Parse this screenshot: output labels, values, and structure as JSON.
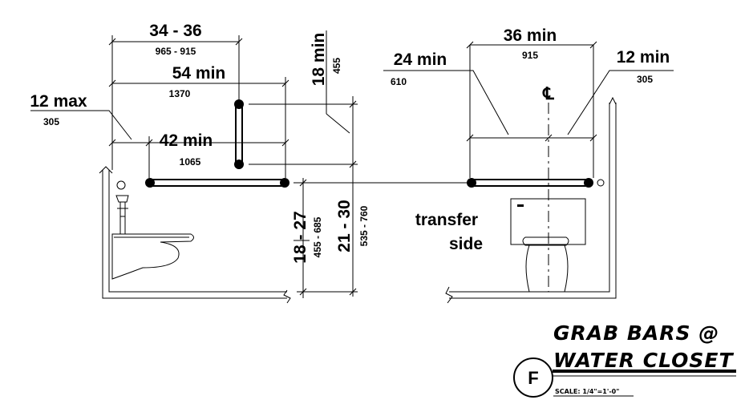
{
  "side_view": {
    "dim_34_36": "34 - 36",
    "dim_34_36_mm": "965 - 915",
    "dim_54_min": "54 min",
    "dim_54_min_mm": "1370",
    "dim_12_max": "12 max",
    "dim_12_max_mm": "305",
    "dim_42_min": "42 min",
    "dim_42_min_mm": "1065",
    "dim_18_min": "18 min",
    "dim_18_min_mm": "455",
    "dim_18_27": "18 - 27",
    "dim_18_27_mm": "455 - 685",
    "dim_21_30": "21 - 30",
    "dim_21_30_mm": "535 - 760"
  },
  "rear_view": {
    "dim_36_min": "36 min",
    "dim_36_min_mm": "915",
    "dim_24_min": "24 min",
    "dim_24_min_mm": "610",
    "dim_12_min": "12 min",
    "dim_12_min_mm": "305",
    "centerline": "℄",
    "transfer_label_1": "transfer",
    "transfer_label_2": "side"
  },
  "title_block": {
    "letter": "F",
    "title_line_1": "GRAB BARS @",
    "title_line_2": "WATER CLOSET",
    "scale": "SCALE: 1/4\"=1'-0\""
  }
}
